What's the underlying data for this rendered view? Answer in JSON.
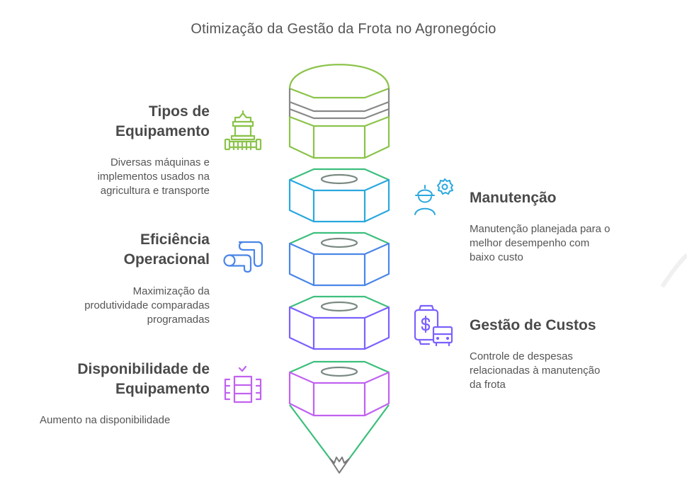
{
  "title": "Otimização da Gestão da Frota no Agronegócio",
  "colors": {
    "green": "#8bc34a",
    "gray": "#888888",
    "cyan": "#2aa8de",
    "blue": "#4a86e8",
    "purple": "#7b61ff",
    "magenta": "#c162f0",
    "teal": "#3cbf7c",
    "text_heading": "#4a4a4a",
    "text_body": "#555555"
  },
  "items": [
    {
      "side": "left",
      "heading_line1": "Tipos de",
      "heading_line2": "Equipamento",
      "desc_lines": [
        "Diversas máquinas e",
        "implementos usados na",
        "agricultura e transporte"
      ],
      "icon": "harvester-icon",
      "color": "#8bc34a"
    },
    {
      "side": "right",
      "heading_line1": "Manutenção",
      "desc_lines": [
        "Manutenção planejada para o",
        "melhor desempenho com",
        "baixo custo"
      ],
      "icon": "worker-gear-icon",
      "color": "#2aa8de"
    },
    {
      "side": "left",
      "heading_line1": "Eficiência",
      "heading_line2": "Operacional",
      "desc_lines": [
        "Maximização da",
        "produtividade comparadas",
        "programadas"
      ],
      "icon": "pipe-flow-icon",
      "color": "#4a86e8"
    },
    {
      "side": "right",
      "heading_line1": "Gestão de Custos",
      "desc_lines": [
        "Controle de despesas",
        "relacionadas à manutenção",
        "da frota"
      ],
      "icon": "cost-bus-icon",
      "color": "#7b61ff"
    },
    {
      "side": "left",
      "heading_line1": "Disponibilidade de",
      "heading_line2": "Equipamento",
      "desc_lines": [
        "Aumento na disponibilidade"
      ],
      "icon": "stacked-check-icon",
      "color": "#c162f0"
    }
  ]
}
